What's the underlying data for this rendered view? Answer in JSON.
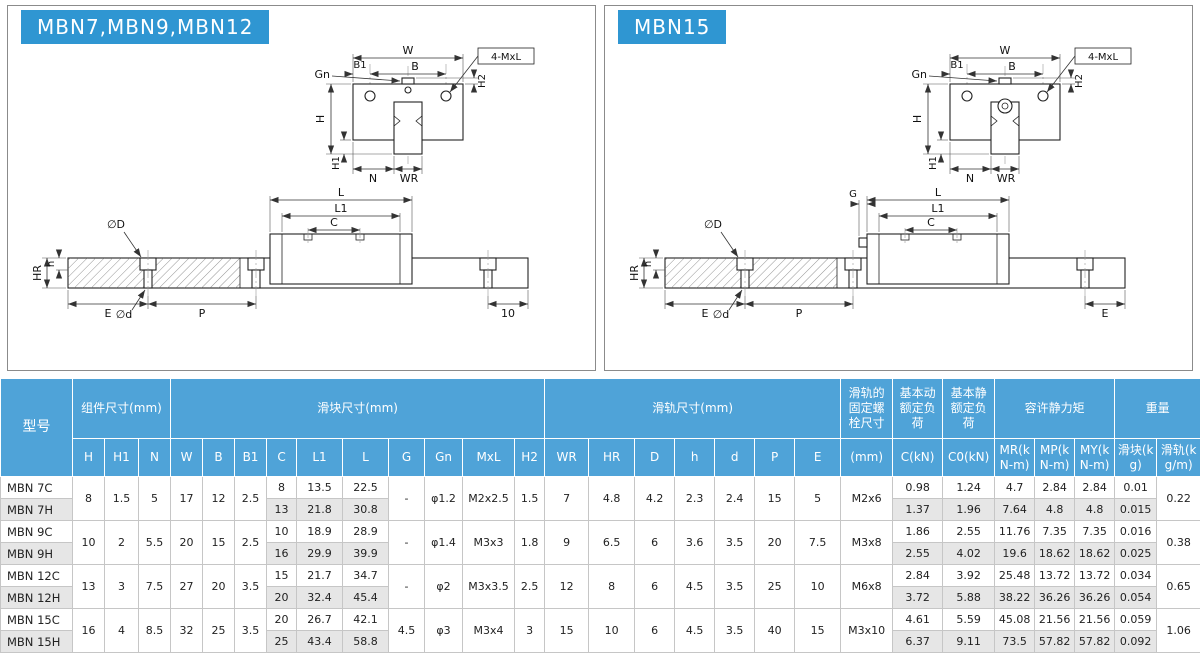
{
  "colors": {
    "accent": "#2f96d2",
    "table-head": "#4fa3d8",
    "row-alt": "#e6e6e6"
  },
  "panels": [
    {
      "title": "MBN7,MBN9,MBN12",
      "front": {
        "gn": "Gn",
        "w": "W",
        "b1": "B1",
        "b": "B",
        "bolt": "4-MxL",
        "h": "H",
        "h1": "H1",
        "h2": "H2",
        "n": "N",
        "wr": "WR"
      },
      "side": {
        "l": "L",
        "l1": "L1",
        "c": "C",
        "dbig": "∅D",
        "dsmall": "∅d",
        "hr": "HR",
        "h": "h",
        "e": "E",
        "p": "P",
        "end": "10"
      }
    },
    {
      "title": "MBN15",
      "front": {
        "gn": "Gn",
        "w": "W",
        "b1": "B1",
        "b": "B",
        "bolt": "4-MxL",
        "h": "H",
        "h1": "H1",
        "h2": "H2",
        "n": "N",
        "wr": "WR"
      },
      "side": {
        "g": "G",
        "l": "L",
        "l1": "L1",
        "c": "C",
        "dbig": "∅D",
        "dsmall": "∅d",
        "hr": "HR",
        "h": "h",
        "e": "E",
        "p": "P",
        "end": "E"
      }
    }
  ],
  "table": {
    "header": {
      "model": "型号",
      "groups": {
        "component": "组件尺寸(mm)",
        "block": "滑块尺寸(mm)",
        "rail": "滑轨尺寸(mm)",
        "bolt": "滑轨的固定螺栓尺寸",
        "dyn": "基本动额定负荷",
        "stat": "基本静额定负荷",
        "moment": "容许静力矩",
        "weight": "重量"
      },
      "sub": [
        "H",
        "H1",
        "N",
        "W",
        "B",
        "B1",
        "C",
        "L1",
        "L",
        "G",
        "Gn",
        "MxL",
        "H2",
        "WR",
        "HR",
        "D",
        "h",
        "d",
        "P",
        "E",
        "(mm)",
        "C(kN)",
        "C0(kN)",
        "MR(kN-m)",
        "MP(kN-m)",
        "MY(kN-m)",
        "滑块(kg)",
        "滑轨(kg/m)"
      ]
    },
    "groups": [
      {
        "shared": {
          "H": "8",
          "H1": "1.5",
          "N": "5",
          "W": "17",
          "B": "12",
          "B1": "2.5",
          "G": "-",
          "Gn": "φ1.2",
          "MxL": "M2x2.5",
          "H2": "1.5",
          "WR": "7",
          "HR": "4.8",
          "D": "4.2",
          "h": "2.3",
          "d": "2.4",
          "P": "15",
          "E": "5",
          "bolt": "M2x6",
          "rail_kg": "0.22"
        },
        "rows": [
          {
            "model": "MBN 7C",
            "C": "8",
            "L1": "13.5",
            "L": "22.5",
            "C_kN": "0.98",
            "C0_kN": "1.24",
            "MR": "4.7",
            "MP": "2.84",
            "MY": "2.84",
            "block_kg": "0.01"
          },
          {
            "model": "MBN 7H",
            "C": "13",
            "L1": "21.8",
            "L": "30.8",
            "C_kN": "1.37",
            "C0_kN": "1.96",
            "MR": "7.64",
            "MP": "4.8",
            "MY": "4.8",
            "block_kg": "0.015"
          }
        ]
      },
      {
        "shared": {
          "H": "10",
          "H1": "2",
          "N": "5.5",
          "W": "20",
          "B": "15",
          "B1": "2.5",
          "G": "-",
          "Gn": "φ1.4",
          "MxL": "M3x3",
          "H2": "1.8",
          "WR": "9",
          "HR": "6.5",
          "D": "6",
          "h": "3.6",
          "d": "3.5",
          "P": "20",
          "E": "7.5",
          "bolt": "M3x8",
          "rail_kg": "0.38"
        },
        "rows": [
          {
            "model": "MBN 9C",
            "C": "10",
            "L1": "18.9",
            "L": "28.9",
            "C_kN": "1.86",
            "C0_kN": "2.55",
            "MR": "11.76",
            "MP": "7.35",
            "MY": "7.35",
            "block_kg": "0.016"
          },
          {
            "model": "MBN 9H",
            "C": "16",
            "L1": "29.9",
            "L": "39.9",
            "C_kN": "2.55",
            "C0_kN": "4.02",
            "MR": "19.6",
            "MP": "18.62",
            "MY": "18.62",
            "block_kg": "0.025"
          }
        ]
      },
      {
        "shared": {
          "H": "13",
          "H1": "3",
          "N": "7.5",
          "W": "27",
          "B": "20",
          "B1": "3.5",
          "G": "-",
          "Gn": "φ2",
          "MxL": "M3x3.5",
          "H2": "2.5",
          "WR": "12",
          "HR": "8",
          "D": "6",
          "h": "4.5",
          "d": "3.5",
          "P": "25",
          "E": "10",
          "bolt": "M6x8",
          "rail_kg": "0.65"
        },
        "rows": [
          {
            "model": "MBN 12C",
            "C": "15",
            "L1": "21.7",
            "L": "34.7",
            "C_kN": "2.84",
            "C0_kN": "3.92",
            "MR": "25.48",
            "MP": "13.72",
            "MY": "13.72",
            "block_kg": "0.034"
          },
          {
            "model": "MBN 12H",
            "C": "20",
            "L1": "32.4",
            "L": "45.4",
            "C_kN": "3.72",
            "C0_kN": "5.88",
            "MR": "38.22",
            "MP": "36.26",
            "MY": "36.26",
            "block_kg": "0.054"
          }
        ]
      },
      {
        "shared": {
          "H": "16",
          "H1": "4",
          "N": "8.5",
          "W": "32",
          "B": "25",
          "B1": "3.5",
          "G": "4.5",
          "Gn": "φ3",
          "MxL": "M3x4",
          "H2": "3",
          "WR": "15",
          "HR": "10",
          "D": "6",
          "h": "4.5",
          "d": "3.5",
          "P": "40",
          "E": "15",
          "bolt": "M3x10",
          "rail_kg": "1.06"
        },
        "rows": [
          {
            "model": "MBN 15C",
            "C": "20",
            "L1": "26.7",
            "L": "42.1",
            "C_kN": "4.61",
            "C0_kN": "5.59",
            "MR": "45.08",
            "MP": "21.56",
            "MY": "21.56",
            "block_kg": "0.059"
          },
          {
            "model": "MBN 15H",
            "C": "25",
            "L1": "43.4",
            "L": "58.8",
            "C_kN": "6.37",
            "C0_kN": "9.11",
            "MR": "73.5",
            "MP": "57.82",
            "MY": "57.82",
            "block_kg": "0.092"
          }
        ]
      }
    ]
  }
}
